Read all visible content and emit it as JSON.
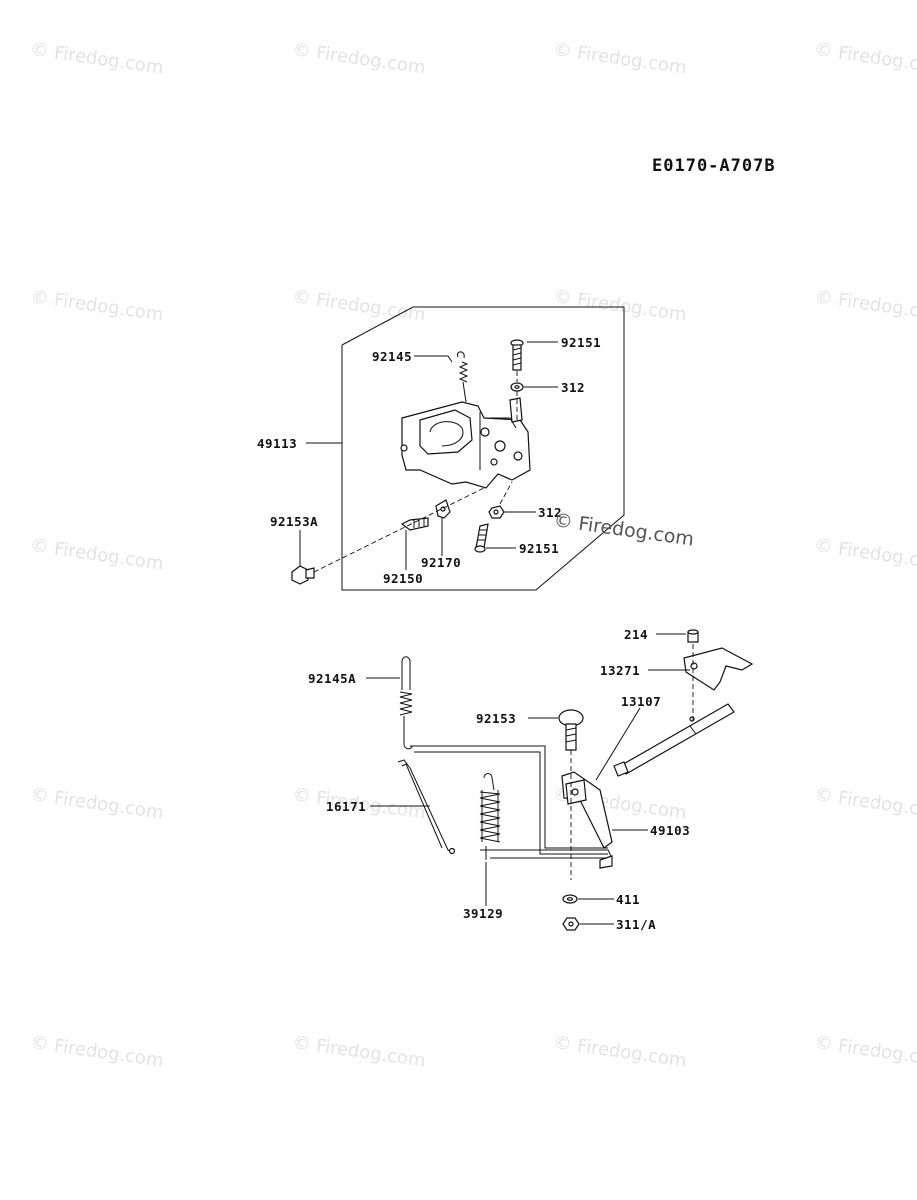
{
  "diagram_code": "E0170-A707B",
  "watermark": "© Firedog.com",
  "upper_assembly": {
    "labels": {
      "l92145": "92145",
      "l92151a": "92151",
      "l312a": "312",
      "l49113": "49113",
      "l92153A": "92153A",
      "l312b": "312",
      "l92151b": "92151",
      "l92170": "92170",
      "l92150": "92150"
    }
  },
  "lower_assembly": {
    "labels": {
      "l214": "214",
      "l13271": "13271",
      "l92145A": "92145A",
      "l92153": "92153",
      "l13107": "13107",
      "l16171": "16171",
      "l49103": "49103",
      "l39129": "39129",
      "l411": "411",
      "l311A": "311/A"
    }
  }
}
